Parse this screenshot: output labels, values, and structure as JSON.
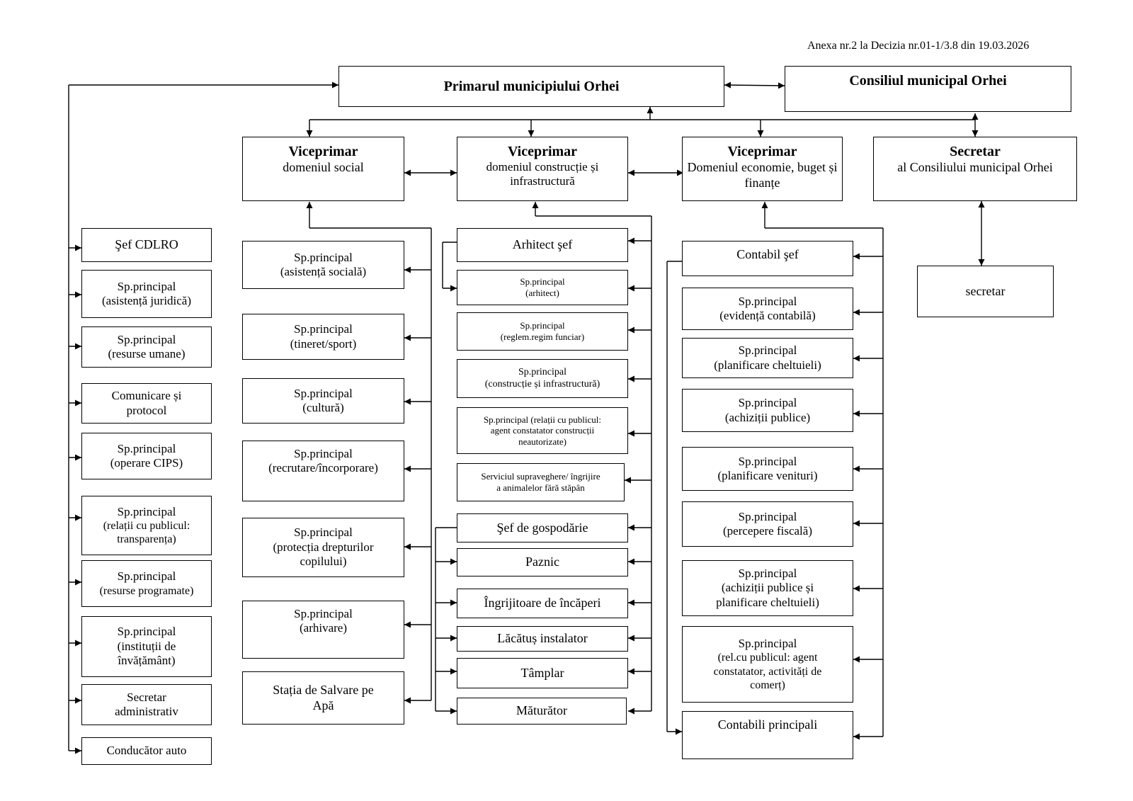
{
  "annex": "Anexa nr.2 la Decizia nr.01-1/3.8  din 19.03.2026",
  "top": {
    "primar": "Primarul municipiului Orhei",
    "consiliu": "Consiliul municipal Orhei"
  },
  "leaders": {
    "v1_title": "Viceprimar",
    "v1_sub": "domeniul social",
    "v2_title": "Viceprimar",
    "v2_sub": "domeniul construcție și infrastructură",
    "v3_title": "Viceprimar",
    "v3_sub": "Domeniul economie, buget și finanțe",
    "sec_title": "Secretar",
    "sec_sub": "al Consiliului municipal Orhei"
  },
  "left": [
    {
      "l1": "Şef CDLRO"
    },
    {
      "l1": "Sp.principal",
      "l2": "(asistență juridică)"
    },
    {
      "l1": "Sp.principal",
      "l2": "(resurse umane)"
    },
    {
      "l1": "Comunicare și",
      "l2": "protocol"
    },
    {
      "l1": "Sp.principal",
      "l2": "(operare CIPS)"
    },
    {
      "l1": "Sp.principal",
      "l2": "(relații cu publicul:",
      "l3": "transparența)"
    },
    {
      "l1": "Sp.principal",
      "l2": "(resurse programate)"
    },
    {
      "l1": "Sp.principal",
      "l2": "(instituții de",
      "l3": "învățământ)"
    },
    {
      "l1": "Secretar",
      "l2": "administrativ"
    },
    {
      "l1": "Conducător auto"
    }
  ],
  "social": [
    {
      "l1": "Sp.principal",
      "l2": "(asistență socială)"
    },
    {
      "l1": "Sp.principal",
      "l2": "(tineret/sport)"
    },
    {
      "l1": "Sp.principal",
      "l2": "(cultură)"
    },
    {
      "l1": "Sp.principal",
      "l2": "(recrutare/încorporare)"
    },
    {
      "l1": "Sp.principal",
      "l2": "(protecția drepturilor",
      "l3": "copilului)"
    },
    {
      "l1": "Sp.principal",
      "l2": "(arhivare)"
    },
    {
      "l1": "Stația de Salvare pe",
      "l2": "Apă"
    }
  ],
  "constr": [
    {
      "l1": "Arhitect şef"
    },
    {
      "l1": "Sp.principal",
      "l2": "(arhitect)"
    },
    {
      "l1": "Sp.principal",
      "l2": "(reglem.regim funciar)"
    },
    {
      "l1": "Sp.principal",
      "l2": "(construcție și infrastructură)"
    },
    {
      "l1": "Sp.principal (relații cu publicul:",
      "l2": "agent constatator construcții",
      "l3": "neautorizate)"
    },
    {
      "l1": "Serviciul supraveghere/ îngrijire",
      "l2": "a animalelor fără stăpân"
    },
    {
      "l1": "Şef de gospodărie"
    },
    {
      "l1": "Paznic"
    },
    {
      "l1": "Îngrijitoare de încăperi"
    },
    {
      "l1": "Lăcătuș instalator"
    },
    {
      "l1": "Tâmplar"
    },
    {
      "l1": "Măturător"
    }
  ],
  "econ": [
    {
      "l1": "Contabil şef"
    },
    {
      "l1": "Sp.principal",
      "l2": "(evidență contabilă)"
    },
    {
      "l1": "Sp.principal",
      "l2": "(planificare cheltuieli)"
    },
    {
      "l1": "Sp.principal",
      "l2": "(achiziții publice)"
    },
    {
      "l1": "Sp.principal",
      "l2": "(planificare venituri)"
    },
    {
      "l1": "Sp.principal",
      "l2": "(percepere fiscală)"
    },
    {
      "l1": "Sp.principal",
      "l2": "(achiziții publice și",
      "l3": "planificare cheltuieli)"
    },
    {
      "l1": "Sp.principal",
      "l2": "(rel.cu publicul: agent",
      "l3": "constatator, activități de",
      "l4": "comerț)"
    },
    {
      "l1": "Contabili principali"
    }
  ],
  "secretar_unit": "secretar"
}
